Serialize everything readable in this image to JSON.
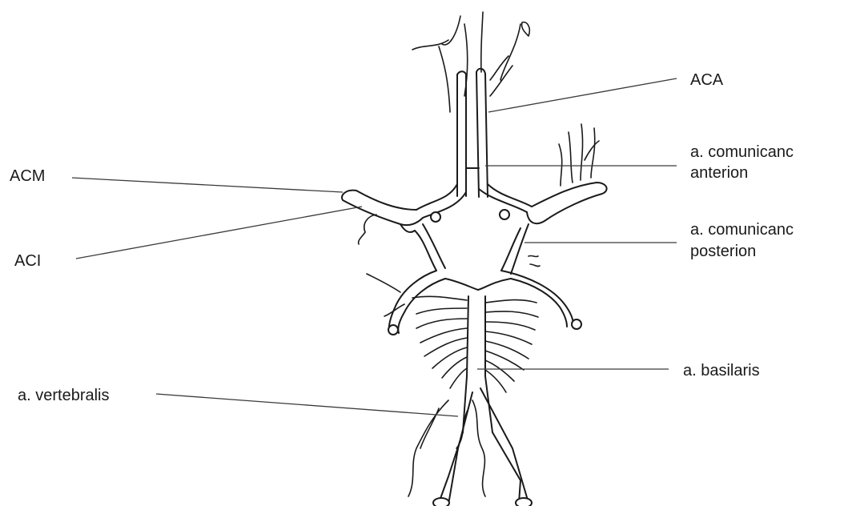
{
  "labels": {
    "aca": "ACA",
    "acm": "ACM",
    "aci": "ACI",
    "com_ant_1": "a. comunicanc",
    "com_ant_2": "anterion",
    "com_post_1": "a. comunicanc",
    "com_post_2": "posterion",
    "basilaris": "a. basilaris",
    "vertebralis": "a. vertebralis"
  },
  "colors": {
    "line": "#1a1a1a",
    "background": "#ffffff"
  }
}
